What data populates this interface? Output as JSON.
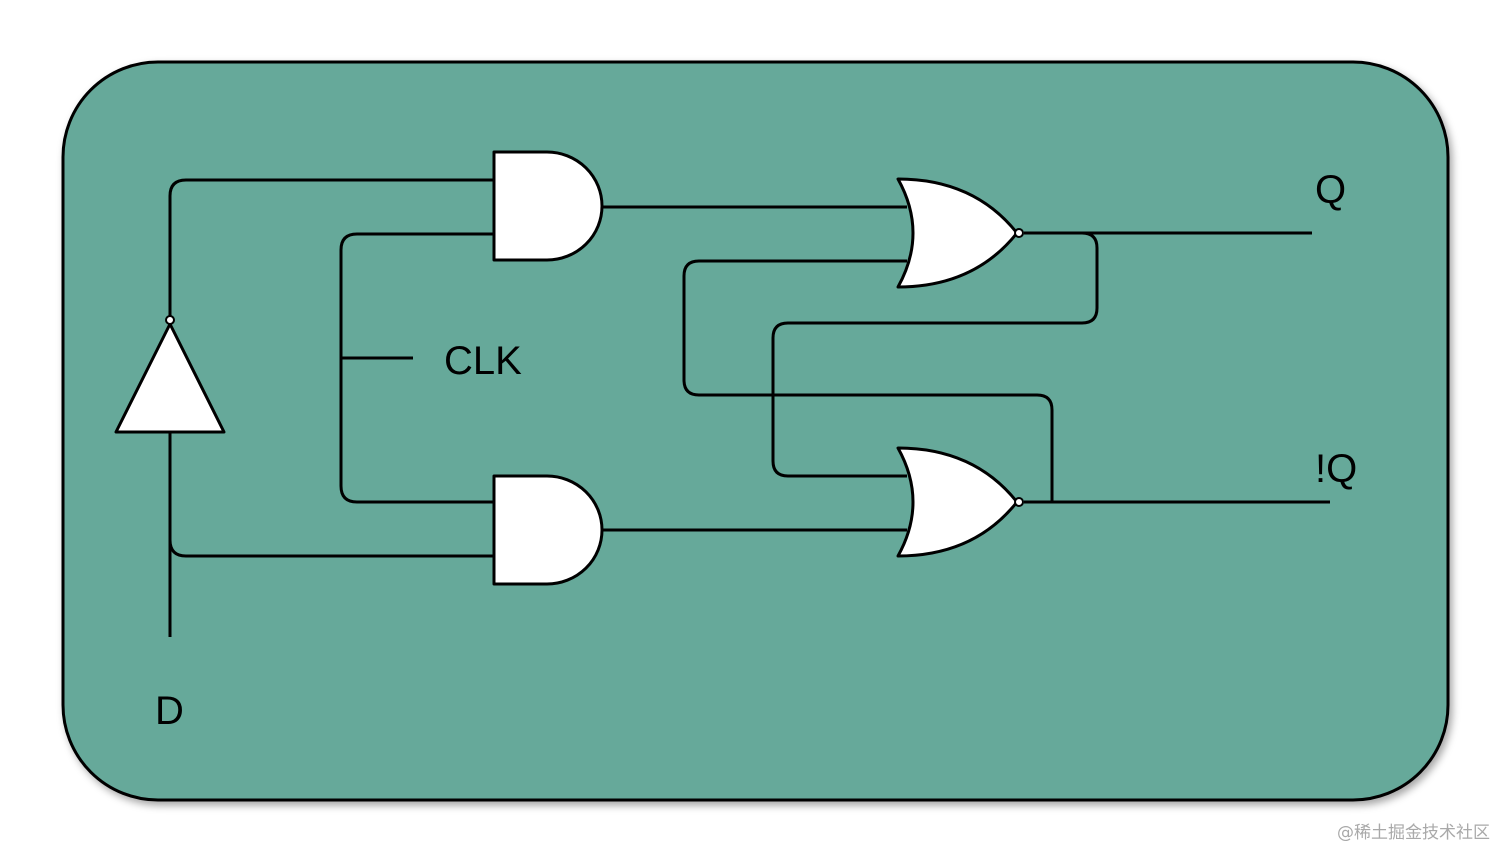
{
  "diagram": {
    "background_color": "#66a99a",
    "labels": {
      "clk": "CLK",
      "q": "Q",
      "q_not": "!Q",
      "d": "D"
    },
    "gates": [
      {
        "type": "buffer",
        "name": "input-buffer"
      },
      {
        "type": "and",
        "name": "and-gate-top"
      },
      {
        "type": "and",
        "name": "and-gate-bottom"
      },
      {
        "type": "nor",
        "name": "nor-gate-top"
      },
      {
        "type": "nor",
        "name": "nor-gate-bottom"
      }
    ]
  },
  "watermark": "@稀土掘金技术社区"
}
